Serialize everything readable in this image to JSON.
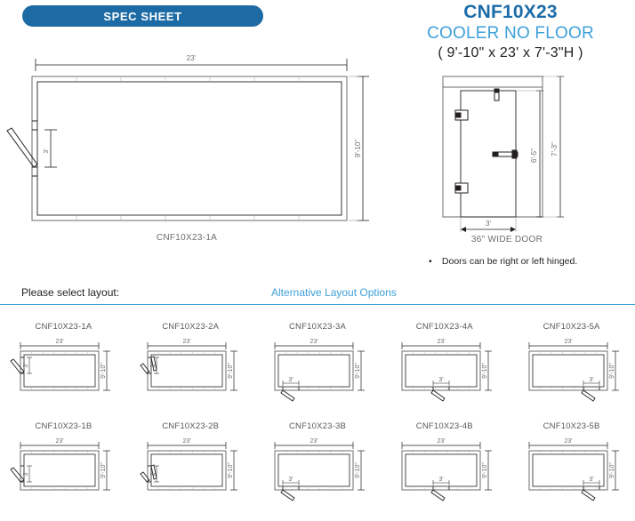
{
  "header": {
    "badge_label": "SPEC SHEET",
    "model_code": "CNF10X23",
    "model_name": "COOLER NO FLOOR",
    "model_dims": "( 9'-10\" x 23' x 7'-3\"H )",
    "badge_color": "#1d6ba4",
    "code_color": "#1b6ca8",
    "name_color": "#3fa0d8"
  },
  "plan_view": {
    "caption": "CNF10X23-1A",
    "width_dim": "23'",
    "depth_dim": "9'-10\"",
    "door_dim": "3'"
  },
  "elevation_view": {
    "caption": "36\" WIDE DOOR",
    "door_width_dim": "3'",
    "door_height_dim": "6'-5\"",
    "overall_height_dim": "7'-3\"",
    "note": "Doors can be right or left hinged."
  },
  "selector": {
    "prompt": "Please select layout:",
    "alt_label": "Alternative Layout Options",
    "rule_color": "#3fa0d8"
  },
  "layouts": [
    [
      {
        "label": "CNF10X23-1A",
        "width_dim": "23'",
        "depth_dim": "9'-10\"",
        "door_dim": "3'",
        "door_side": "left",
        "door_pos": "upper",
        "swing": "out"
      },
      {
        "label": "CNF10X23-2A",
        "width_dim": "23'",
        "depth_dim": "9'-10\"",
        "door_dim": "3'",
        "door_side": "left",
        "door_pos": "upper",
        "swing": "in"
      },
      {
        "label": "CNF10X23-3A",
        "width_dim": "23'",
        "depth_dim": "9'-10\"",
        "door_dim": "3'",
        "door_side": "bottom",
        "door_pos": "left",
        "swing": "out"
      },
      {
        "label": "CNF10X23-4A",
        "width_dim": "23'",
        "depth_dim": "9'-10\"",
        "door_dim": "3'",
        "door_side": "bottom",
        "door_pos": "center",
        "swing": "out"
      },
      {
        "label": "CNF10X23-5A",
        "width_dim": "23'",
        "depth_dim": "9'-10\"",
        "door_dim": "3'",
        "door_side": "bottom",
        "door_pos": "right",
        "swing": "out"
      }
    ],
    [
      {
        "label": "CNF10X23-1B",
        "width_dim": "23'",
        "depth_dim": "9'-10\"",
        "door_dim": "3'",
        "door_side": "left",
        "door_pos": "lower",
        "swing": "out"
      },
      {
        "label": "CNF10X23-2B",
        "width_dim": "23'",
        "depth_dim": "9'-10\"",
        "door_dim": "3'",
        "door_side": "left",
        "door_pos": "lower",
        "swing": "in"
      },
      {
        "label": "CNF10X23-3B",
        "width_dim": "23'",
        "depth_dim": "9'-10\"",
        "door_dim": "3'",
        "door_side": "bottom",
        "door_pos": "left",
        "swing": "out"
      },
      {
        "label": "CNF10X23-4B",
        "width_dim": "23'",
        "depth_dim": "9'-10\"",
        "door_dim": "3'",
        "door_side": "bottom",
        "door_pos": "center",
        "swing": "out"
      },
      {
        "label": "CNF10X23-5B",
        "width_dim": "23'",
        "depth_dim": "9'-10\"",
        "door_dim": "3'",
        "door_side": "bottom",
        "door_pos": "right",
        "swing": "out"
      }
    ]
  ]
}
